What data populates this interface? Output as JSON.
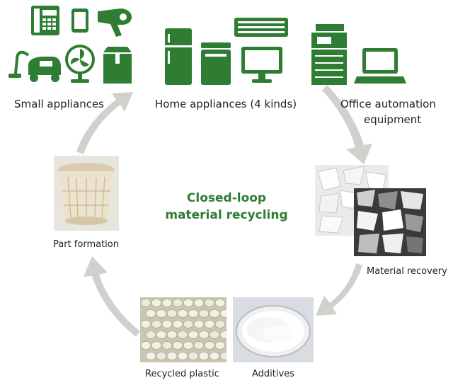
{
  "center_title": [
    "Closed-loop",
    "material recycling"
  ],
  "groups": {
    "small_appliances": "Small appliances",
    "home_appliances": "Home appliances (4 kinds)",
    "office_equipment": [
      "Office automation",
      "equipment"
    ]
  },
  "stages": {
    "material_recovery": "Material recovery",
    "recycled_plastic": "Recycled plastic",
    "additives": "Additives",
    "part_formation": "Part formation"
  },
  "icons": {
    "small": [
      "telephone-icon",
      "smartphone-icon",
      "hair-dryer-icon",
      "vacuum-cleaner-icon",
      "electric-fan-icon",
      "box-icon"
    ],
    "home": [
      "refrigerator-icon",
      "air-conditioner-icon",
      "washing-machine-icon",
      "television-icon"
    ],
    "office": [
      "copier-icon",
      "laptop-icon"
    ]
  },
  "colors": {
    "icon_green": "#2e7d32",
    "title_green": "#2e7d32",
    "arrow_gray": "#d0d0cc"
  }
}
